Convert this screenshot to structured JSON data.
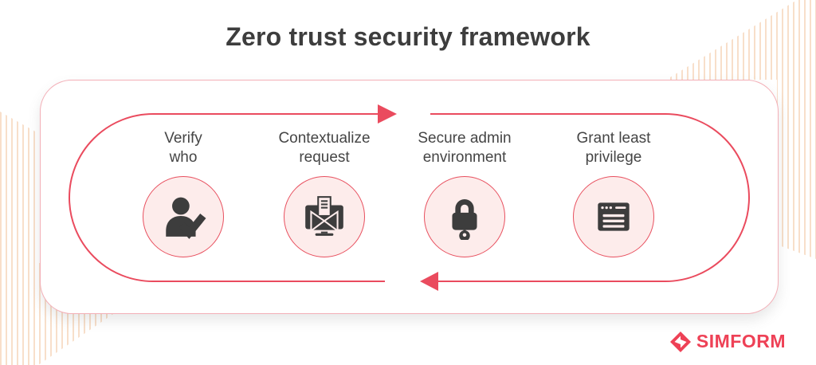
{
  "title": "Zero trust security framework",
  "steps": [
    {
      "label": "Verify\nwho",
      "icon": "user-check-icon"
    },
    {
      "label": "Contextualize\nrequest",
      "icon": "monitor-mail-icon"
    },
    {
      "label": "Secure admin\nenvironment",
      "icon": "padlock-icon"
    },
    {
      "label": "Grant least\nprivilege",
      "icon": "browser-window-icon"
    }
  ],
  "flow": {
    "shape": "closed loop with clockwise arrows",
    "arrow_top_direction": "right",
    "arrow_bottom_direction": "left"
  },
  "logo": {
    "text": "SIMFORM",
    "mark": "simform-s-mark"
  },
  "colors": {
    "accent": "#ea4b5e",
    "circleFill": "#fdeceb",
    "circleStroke": "#e8505f",
    "cardBorder": "#f3afb7",
    "stripe": "#f8dfca",
    "dark": "#3d3d3d",
    "label": "#454545",
    "logo": "#ee4156"
  }
}
